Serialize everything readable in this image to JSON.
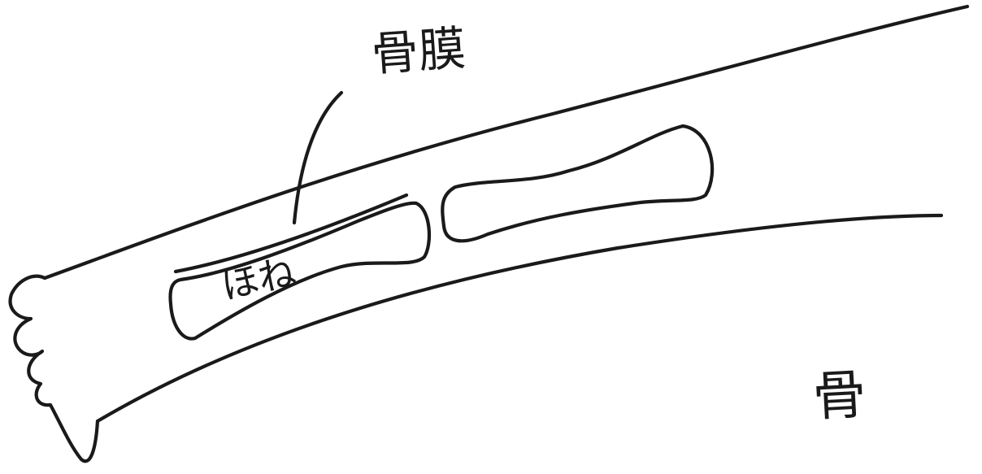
{
  "diagram": {
    "labels": {
      "periosteum": "骨膜",
      "hone": "ほね",
      "bone": "骨"
    }
  }
}
